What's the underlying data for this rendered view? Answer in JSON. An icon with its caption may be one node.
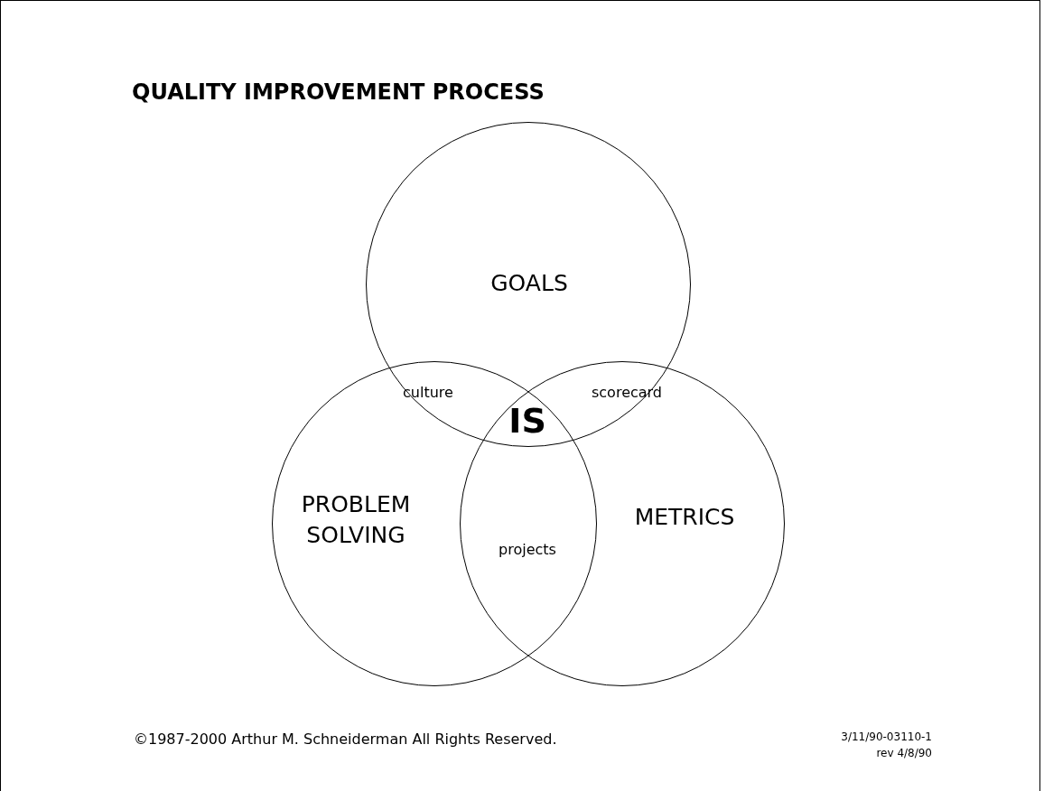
{
  "diagram": {
    "title": "QUALITY IMPROVEMENT PROCESS",
    "nodes": [
      {
        "text": [
          "GOALS"
        ]
      },
      {
        "text": [
          "PROBLEM SOLVING"
        ]
      },
      {
        "text": [
          "METRICS"
        ]
      }
    ],
    "labels": [
      "culture",
      "scorecard",
      "IS",
      "projects",
      "©1987-2000 Arthur M. Schneiderman  All Rights Reserved.",
      "3/11/90-03110-1",
      "rev 4/8/90"
    ]
  }
}
